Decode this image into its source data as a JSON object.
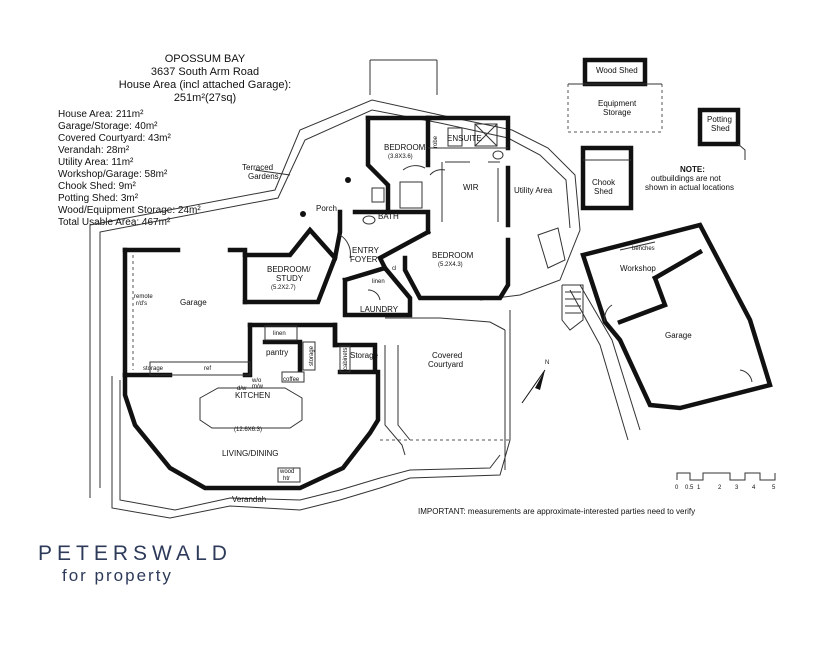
{
  "header": {
    "line1": "OPOSSUM BAY",
    "line2": "3637 South Arm Road",
    "line3": "House Area (incl attached Garage):",
    "line4": "251m²(27sq)"
  },
  "areas": [
    "House Area: 211m²",
    "Garage/Storage: 40m²",
    "Covered Courtyard: 43m²",
    "Verandah: 28m²",
    "Utility Area: 11m²",
    "Workshop/Garage: 58m²",
    "Chook Shed: 9m²",
    "Potting Shed: 3m²",
    "Wood/Equipment Storage: 24m²",
    "Total Usable Area: 467m²"
  ],
  "rooms": {
    "terraced_gardens_1": "Terraced",
    "terraced_gardens_2": "Gardens",
    "bedroom1": "BEDROOM",
    "bedroom1_size": "(3.8X3.6)",
    "robe": "robe",
    "ensuite": "ENSUITE",
    "wir": "WIR",
    "utility_area": "Utility Area",
    "porch": "Porch",
    "bath": "BATH",
    "entry_1": "ENTRY",
    "entry_2": "FOYER",
    "bedroom2": "BEDROOM",
    "bedroom2_size": "(5.2X4.3)",
    "study_1": "BEDROOM/",
    "study_2": "STUDY",
    "study_size": "(5.2X2.7)",
    "cl": "cl",
    "linen_small": "linen",
    "laundry": "LAUNDRY",
    "garage": "Garage",
    "remote_1": "remote",
    "remote_2": "r/d's",
    "linen": "linen",
    "pantry": "pantry",
    "storage_v": "storage",
    "cabinets": "cabinets",
    "storage_room": "Storage",
    "covered_1": "Covered",
    "covered_2": "Courtyard",
    "storage_small": "storage",
    "ref": "ref",
    "dw": "d/w",
    "wm": "w/o",
    "mw": "m/w",
    "coffee": "coffee",
    "kitchen": "KITCHEN",
    "kitchen_size": "(12.6X6.3)",
    "living": "LIVING/DINING",
    "wood_1": "wood",
    "wood_2": "htr",
    "verandah": "Verandah",
    "wood_shed": "Wood Shed",
    "equip_1": "Equipment",
    "equip_2": "Storage",
    "potting_1": "Potting",
    "potting_2": "Shed",
    "note_1": "NOTE:",
    "note_2": "outbuildings are not",
    "note_3": "shown in actual locations",
    "chook_1": "Chook",
    "chook_2": "Shed",
    "benches": "benches",
    "workshop": "Workshop",
    "garage2": "Garage",
    "north": "N"
  },
  "scale": [
    "0",
    "0.5",
    "1",
    "2",
    "3",
    "4",
    "5"
  ],
  "important": "IMPORTANT: measurements are approximate-interested parties need to verify",
  "brand": {
    "name": "PETERSWALD",
    "sub": "for property"
  }
}
